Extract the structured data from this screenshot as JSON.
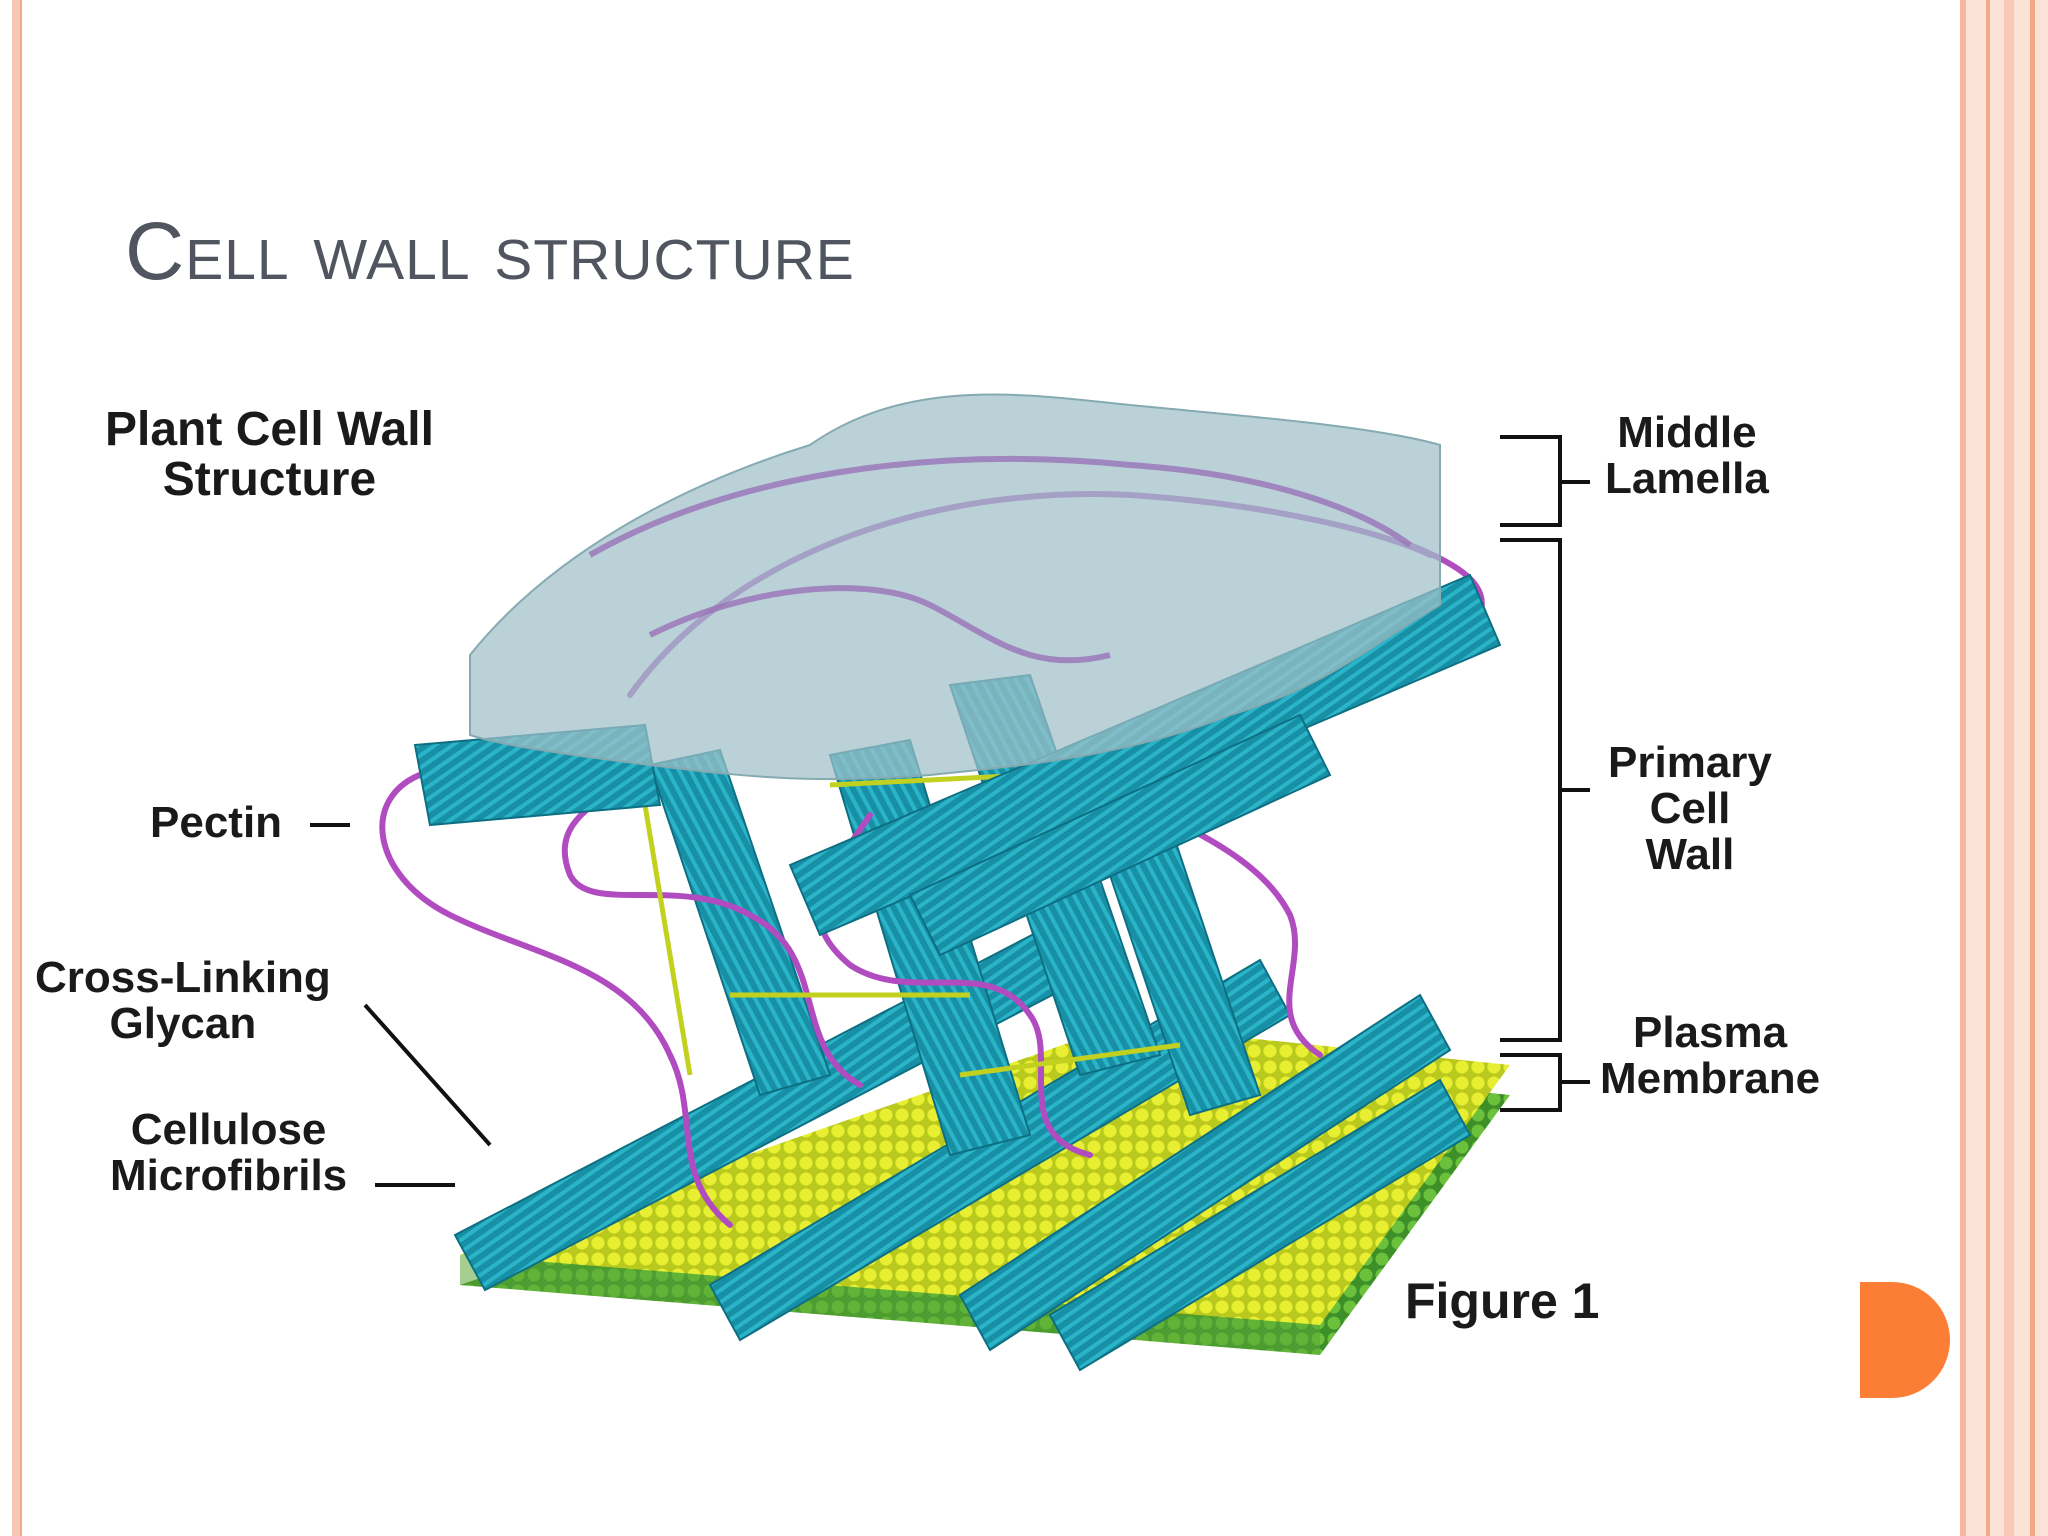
{
  "slide": {
    "title": "Cell wall structure",
    "accent_color": "#fb7e34",
    "frame_color": "#f6c7b5"
  },
  "diagram": {
    "heading": [
      "Plant Cell Wall",
      "Structure"
    ],
    "labels_left": {
      "pectin": "Pectin",
      "cross_linking": [
        "Cross-Linking",
        "Glycan"
      ],
      "cellulose": [
        "Cellulose",
        "Microfibrils"
      ]
    },
    "labels_right": {
      "middle_lamella": [
        "Middle",
        "Lamella"
      ],
      "primary_wall": [
        "Primary",
        "Cell",
        "Wall"
      ],
      "plasma_membrane": [
        "Plasma",
        "Membrane"
      ]
    },
    "figure_caption": "Figure 1",
    "colors": {
      "cellulose": "#1a9fb4",
      "pectin": "#b04cc0",
      "glycan": "#c2d020",
      "membrane_top": "#e1ea2a",
      "membrane_lower": "#5fb635",
      "lamella": "#a8c6cc"
    }
  }
}
